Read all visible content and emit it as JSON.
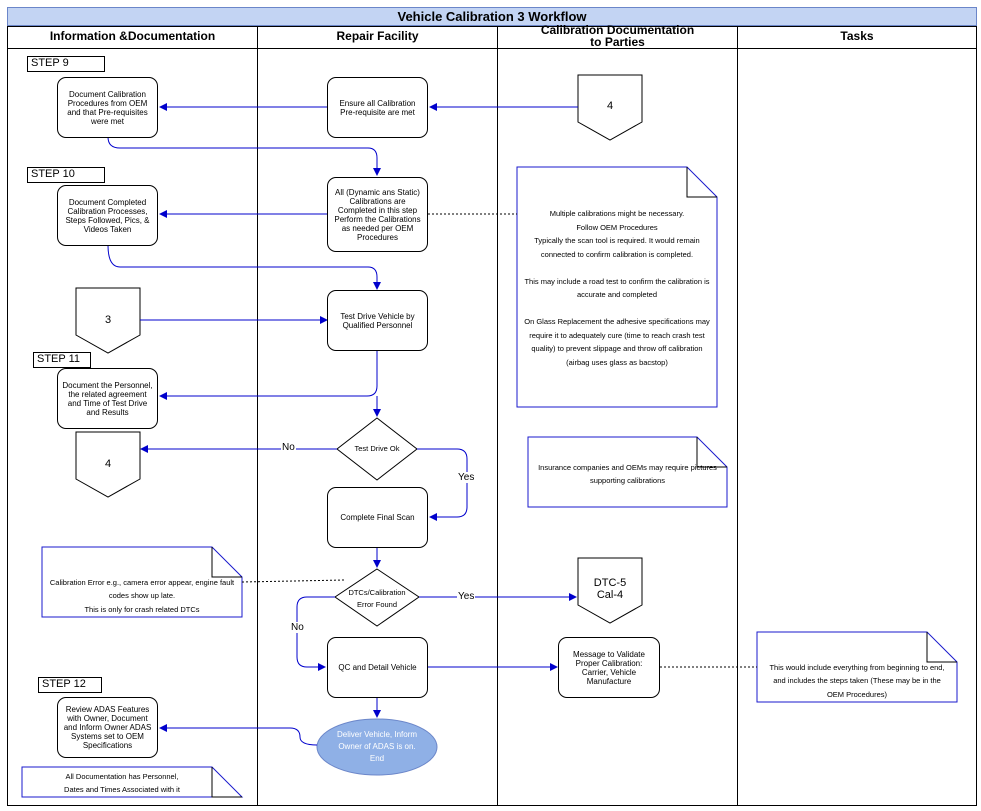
{
  "title": "Vehicle Calibration 3 Workflow",
  "lanes": {
    "info": "Information &Documentation",
    "repair": "Repair Facility",
    "calib_line1": "Calibration Documentation",
    "calib_line2": "to Parties",
    "tasks": "Tasks"
  },
  "steps": {
    "step9": "STEP 9",
    "step10": "STEP 10",
    "step11": "STEP 11",
    "step12": "STEP 12"
  },
  "info_boxes": {
    "doc_procedures": "Document Calibration Procedures from OEM and that Pre-requisites were met",
    "doc_completed": "Document Completed Calibration Processes, Steps Followed, Pics, & Videos Taken",
    "doc_personnel": "Document the Personnel, the related agreement and Time of Test Drive and Results",
    "review_adas": "Review ADAS Features with Owner, Document and Inform Owner ADAS Systems set to OEM Specifications"
  },
  "repair_boxes": {
    "ensure_prereq": "Ensure all Calibration Pre-requisite are met",
    "all_calibrations": "All (Dynamic ans Static) Calibrations are Completed in this step Perform the Calibrations as needed per OEM Procedures",
    "test_drive": "Test Drive Vehicle by Qualified Personnel",
    "test_drive_ok": "Test Drive Ok",
    "final_scan": "Complete Final Scan",
    "dtc_line1": "DTCs/Calibration",
    "dtc_line2": "Error Found",
    "qc_detail": "QC and Detail Vehicle",
    "deliver_line1": "Deliver Vehicle, Inform",
    "deliver_line2": "Owner of ADAS is on.",
    "deliver_line3": "End"
  },
  "calib_boxes": {
    "message_validate": "Message to Validate Proper Calibration: Carrier, Vehicle Manufacture",
    "dtc5": "DTC-5",
    "cal4": "Cal-4"
  },
  "offpage": {
    "four_top": "4",
    "three": "3",
    "four_left": "4"
  },
  "notes": {
    "multiple": [
      "Multiple calibrations might be necessary.",
      "Follow OEM Procedures",
      "Typically the scan tool is required.  It would remain",
      "connected to confirm calibration is completed.",
      "",
      "This may include a road test to confirm the calibration is",
      "accurate and completed",
      "",
      "On Glass Replacement the adhesive specifications may",
      "require it to adequately cure (time to reach crash test",
      "quality) to prevent slippage and throw off calibration",
      "(airbag uses glass as bacstop)"
    ],
    "insurance": [
      "Insurance companies and OEMs may require pictures",
      "supporting calibrations"
    ],
    "calib_error": [
      "Calibration Error e.g., camera error appear, engine fault",
      "codes show up late.",
      "This is only for crash related DTCs"
    ],
    "tasks": [
      "This would include everything from beginning to end,",
      "and includes the steps taken (These may be in the",
      "OEM Procedures)"
    ],
    "all_docs": [
      "All Documentation has Personnel,",
      "Dates and Times Associated with it"
    ]
  },
  "edge_labels": {
    "no_test": "No",
    "yes_test": "Yes",
    "yes_dtc": "Yes",
    "no_dtc": "No"
  },
  "colors": {
    "title_fill": "#c3d4f3",
    "connector": "#0000cc",
    "note_border": "#1a1acc",
    "end_fill": "#8fb0e6"
  }
}
